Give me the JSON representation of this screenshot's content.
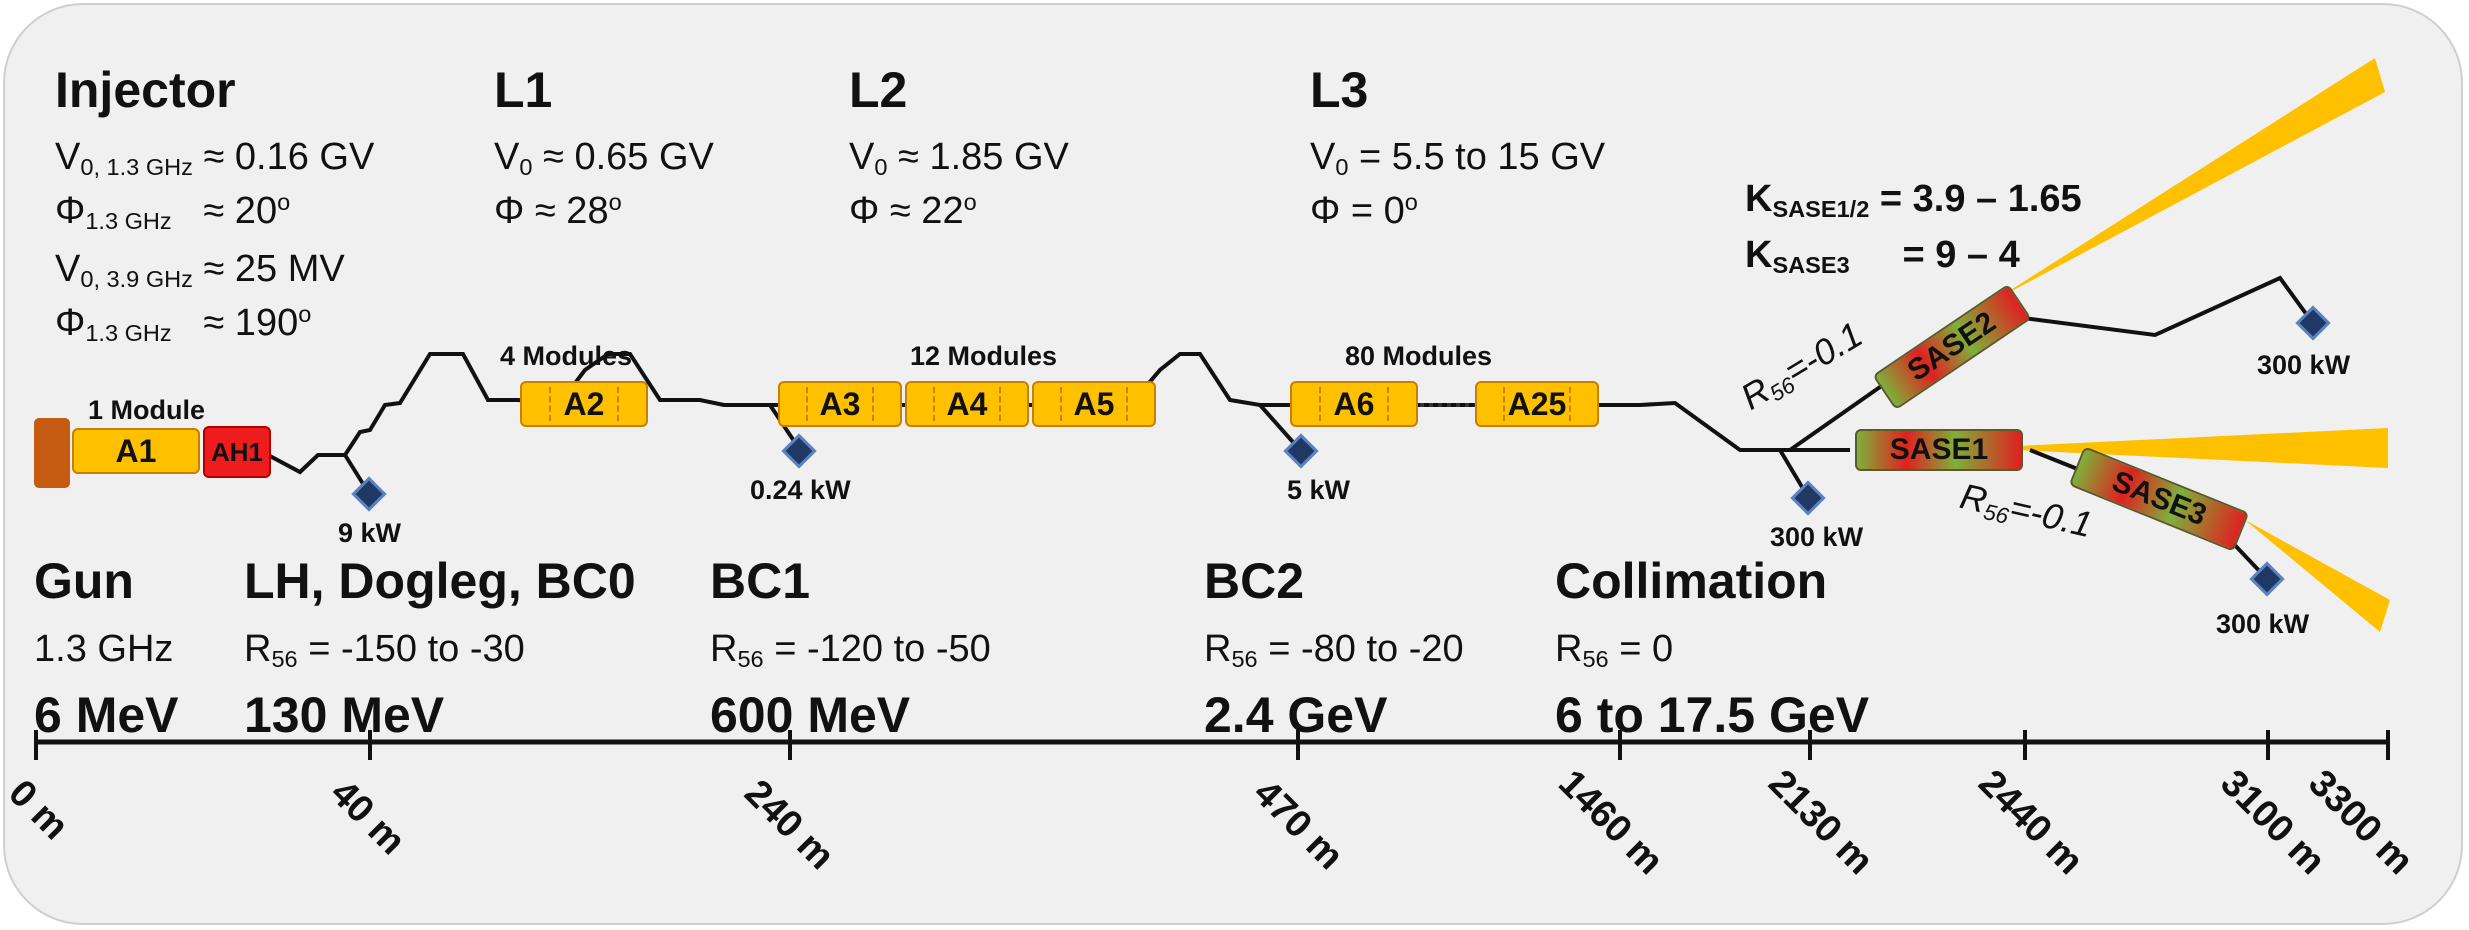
{
  "injector": {
    "title": "Injector",
    "v0_13": "≈ 0.16 GV",
    "phi_13a": "≈ 20",
    "v0_39": "≈ 25 MV",
    "phi_13b": "≈ 190"
  },
  "linacs": [
    {
      "title": "L1",
      "v0": "≈ 0.65 GV",
      "phi": "≈ 28"
    },
    {
      "title": "L2",
      "v0": "≈ 1.85 GV",
      "phi": "≈ 22"
    },
    {
      "title": "L3",
      "v0": "= 5.5 to 15 GV",
      "phi": "= 0"
    }
  ],
  "k_values": {
    "sase12": "= 3.9 – 1.65",
    "sase3": "= 9 – 4"
  },
  "module_labels": {
    "one": "1 Module",
    "four": "4 Modules",
    "twelve": "12 Modules",
    "eighty": "80 Modules"
  },
  "modules": {
    "a1": "A1",
    "ah1": "AH1",
    "a2": "A2",
    "a3": "A3",
    "a4": "A4",
    "a5": "A5",
    "a6": "A6",
    "a25": "A25"
  },
  "undulators": {
    "sase1": "SASE1",
    "sase2": "SASE2",
    "sase3": "SASE3"
  },
  "r56_undulator": "=-0.1",
  "dumps": {
    "d1": "9 kW",
    "d2": "0.24 kW",
    "d3": "5 kW",
    "d4": "300 kW",
    "d5": "300 kW",
    "d6": "300 kW"
  },
  "sections": [
    {
      "title": "Gun",
      "sub": "1.3 GHz",
      "energy": "6 MeV"
    },
    {
      "title": "LH, Dogleg, BC0",
      "r56": "= -150 to -30",
      "energy": "130 MeV"
    },
    {
      "title": "BC1",
      "r56": "= -120 to -50",
      "energy": "600 MeV"
    },
    {
      "title": "BC2",
      "r56": "= -80 to -20",
      "energy": "2.4 GeV"
    },
    {
      "title": "Collimation",
      "r56": "= 0",
      "energy": "6 to 17.5 GeV"
    }
  ],
  "axis_ticks": [
    "0 m",
    "40 m",
    "240 m",
    "470 m",
    "1460 m",
    "2130 m",
    "2440 m",
    "3100 m",
    "3300 m"
  ],
  "colors": {
    "module": "#ffc000",
    "ah": "#ee1c1c",
    "gun": "#c55a11",
    "beam": "#ffc000",
    "dump": "#1f3864"
  }
}
